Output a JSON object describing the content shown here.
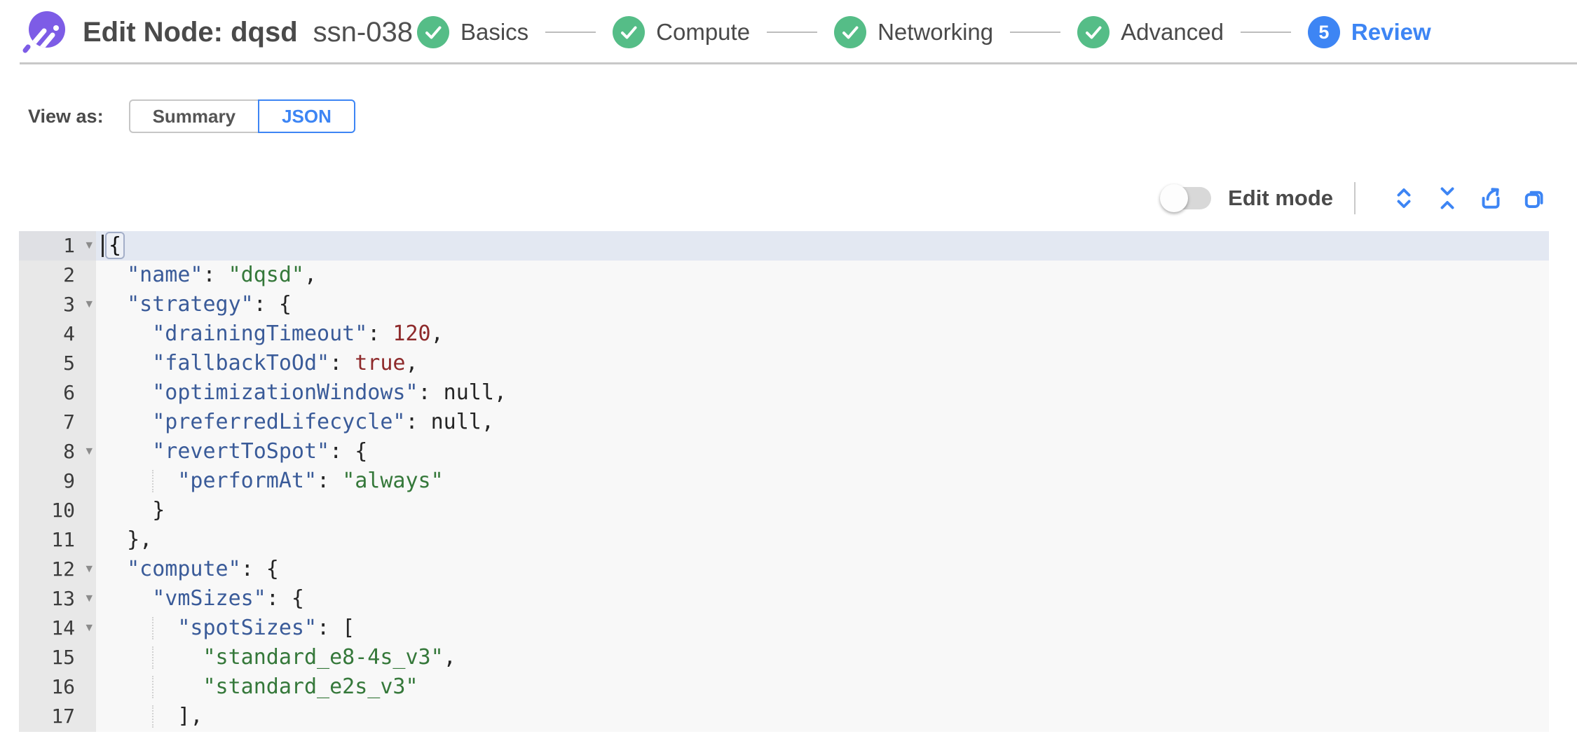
{
  "header": {
    "title": "Edit Node: dqsd",
    "subtitle": "ssn-038",
    "steps": [
      {
        "label": "Basics",
        "status": "complete"
      },
      {
        "label": "Compute",
        "status": "complete"
      },
      {
        "label": "Networking",
        "status": "complete"
      },
      {
        "label": "Advanced",
        "status": "complete"
      },
      {
        "label": "Review",
        "status": "current",
        "number": "5"
      }
    ]
  },
  "view_as": {
    "label": "View as:",
    "options": [
      {
        "label": "Summary",
        "selected": false
      },
      {
        "label": "JSON",
        "selected": true
      }
    ]
  },
  "toolbar": {
    "edit_mode_label": "Edit mode",
    "edit_mode_on": false,
    "icons": [
      "expand-all-icon",
      "collapse-all-icon",
      "export-icon",
      "copy-icon"
    ]
  },
  "editor": {
    "lines": [
      {
        "n": 1,
        "fold": true,
        "active": true,
        "tokens": [
          {
            "t": "brk",
            "v": "{"
          }
        ]
      },
      {
        "n": 2,
        "fold": false,
        "tokens": [
          {
            "t": "pln",
            "v": "  "
          },
          {
            "t": "key",
            "v": "\"name\""
          },
          {
            "t": "pun",
            "v": ": "
          },
          {
            "t": "str",
            "v": "\"dqsd\""
          },
          {
            "t": "pun",
            "v": ","
          }
        ]
      },
      {
        "n": 3,
        "fold": true,
        "tokens": [
          {
            "t": "pln",
            "v": "  "
          },
          {
            "t": "key",
            "v": "\"strategy\""
          },
          {
            "t": "pun",
            "v": ": {"
          }
        ]
      },
      {
        "n": 4,
        "fold": false,
        "tokens": [
          {
            "t": "pln",
            "v": "    "
          },
          {
            "t": "key",
            "v": "\"drainingTimeout\""
          },
          {
            "t": "pun",
            "v": ": "
          },
          {
            "t": "num",
            "v": "120"
          },
          {
            "t": "pun",
            "v": ","
          }
        ]
      },
      {
        "n": 5,
        "fold": false,
        "tokens": [
          {
            "t": "pln",
            "v": "    "
          },
          {
            "t": "key",
            "v": "\"fallbackToOd\""
          },
          {
            "t": "pun",
            "v": ": "
          },
          {
            "t": "num",
            "v": "true"
          },
          {
            "t": "pun",
            "v": ","
          }
        ]
      },
      {
        "n": 6,
        "fold": false,
        "tokens": [
          {
            "t": "pln",
            "v": "    "
          },
          {
            "t": "key",
            "v": "\"optimizationWindows\""
          },
          {
            "t": "pun",
            "v": ": "
          },
          {
            "t": "pln",
            "v": "null"
          },
          {
            "t": "pun",
            "v": ","
          }
        ]
      },
      {
        "n": 7,
        "fold": false,
        "tokens": [
          {
            "t": "pln",
            "v": "    "
          },
          {
            "t": "key",
            "v": "\"preferredLifecycle\""
          },
          {
            "t": "pun",
            "v": ": "
          },
          {
            "t": "pln",
            "v": "null"
          },
          {
            "t": "pun",
            "v": ","
          }
        ]
      },
      {
        "n": 8,
        "fold": true,
        "tokens": [
          {
            "t": "pln",
            "v": "    "
          },
          {
            "t": "key",
            "v": "\"revertToSpot\""
          },
          {
            "t": "pun",
            "v": ": {"
          }
        ]
      },
      {
        "n": 9,
        "fold": false,
        "tokens": [
          {
            "t": "pln",
            "v": "      "
          },
          {
            "t": "key",
            "v": "\"performAt\""
          },
          {
            "t": "pun",
            "v": ": "
          },
          {
            "t": "str",
            "v": "\"always\""
          }
        ]
      },
      {
        "n": 10,
        "fold": false,
        "tokens": [
          {
            "t": "pln",
            "v": "    "
          },
          {
            "t": "pun",
            "v": "}"
          }
        ]
      },
      {
        "n": 11,
        "fold": false,
        "tokens": [
          {
            "t": "pln",
            "v": "  "
          },
          {
            "t": "pun",
            "v": "},"
          }
        ]
      },
      {
        "n": 12,
        "fold": true,
        "tokens": [
          {
            "t": "pln",
            "v": "  "
          },
          {
            "t": "key",
            "v": "\"compute\""
          },
          {
            "t": "pun",
            "v": ": {"
          }
        ]
      },
      {
        "n": 13,
        "fold": true,
        "tokens": [
          {
            "t": "pln",
            "v": "    "
          },
          {
            "t": "key",
            "v": "\"vmSizes\""
          },
          {
            "t": "pun",
            "v": ": {"
          }
        ]
      },
      {
        "n": 14,
        "fold": true,
        "tokens": [
          {
            "t": "pln",
            "v": "      "
          },
          {
            "t": "key",
            "v": "\"spotSizes\""
          },
          {
            "t": "pun",
            "v": ": ["
          }
        ]
      },
      {
        "n": 15,
        "fold": false,
        "tokens": [
          {
            "t": "pln",
            "v": "        "
          },
          {
            "t": "str",
            "v": "\"standard_e8-4s_v3\""
          },
          {
            "t": "pun",
            "v": ","
          }
        ]
      },
      {
        "n": 16,
        "fold": false,
        "tokens": [
          {
            "t": "pln",
            "v": "        "
          },
          {
            "t": "str",
            "v": "\"standard_e2s_v3\""
          }
        ]
      },
      {
        "n": 17,
        "fold": false,
        "tokens": [
          {
            "t": "pln",
            "v": "      "
          },
          {
            "t": "pun",
            "v": "],"
          }
        ]
      }
    ]
  },
  "colors": {
    "brand_purple": "#7d5ce6",
    "step_complete_green": "#55bd87",
    "accent_blue": "#3d85f4",
    "json_key": "#3a5b99",
    "json_string": "#35783a",
    "json_number": "#8e2a2b",
    "active_line": "#e3e8f2",
    "gutter_bg": "#e8e8e8",
    "editor_bg": "#f8f8f8"
  }
}
